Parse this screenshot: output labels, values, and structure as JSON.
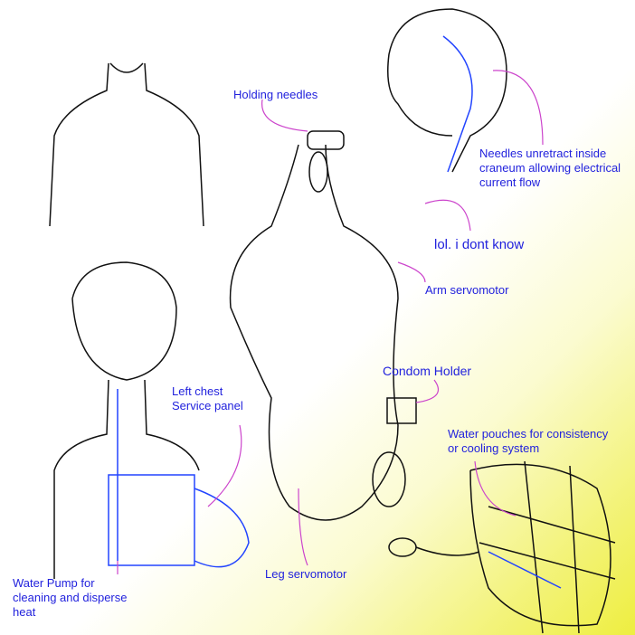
{
  "labels": {
    "holding_needles": "Holding needles",
    "needles_unretract": "Needles unretract inside\ncraneum allowing electrical\ncurrent flow",
    "lol": "lol. i dont know",
    "arm_servomotor": "Arm servomotor",
    "condom_holder": "Condom Holder",
    "water_pouches": "Water pouches for consistency\nor cooling system",
    "left_chest_panel": "Left chest\nService panel",
    "water_pump": "Water Pump for\ncleaning and disperse\nheat",
    "leg_servomotor": "Leg servomotor"
  },
  "colors": {
    "ink": "#111111",
    "annotation": "#2222dd",
    "leader": "#cc44cc",
    "mechanism": "#2244ff"
  }
}
